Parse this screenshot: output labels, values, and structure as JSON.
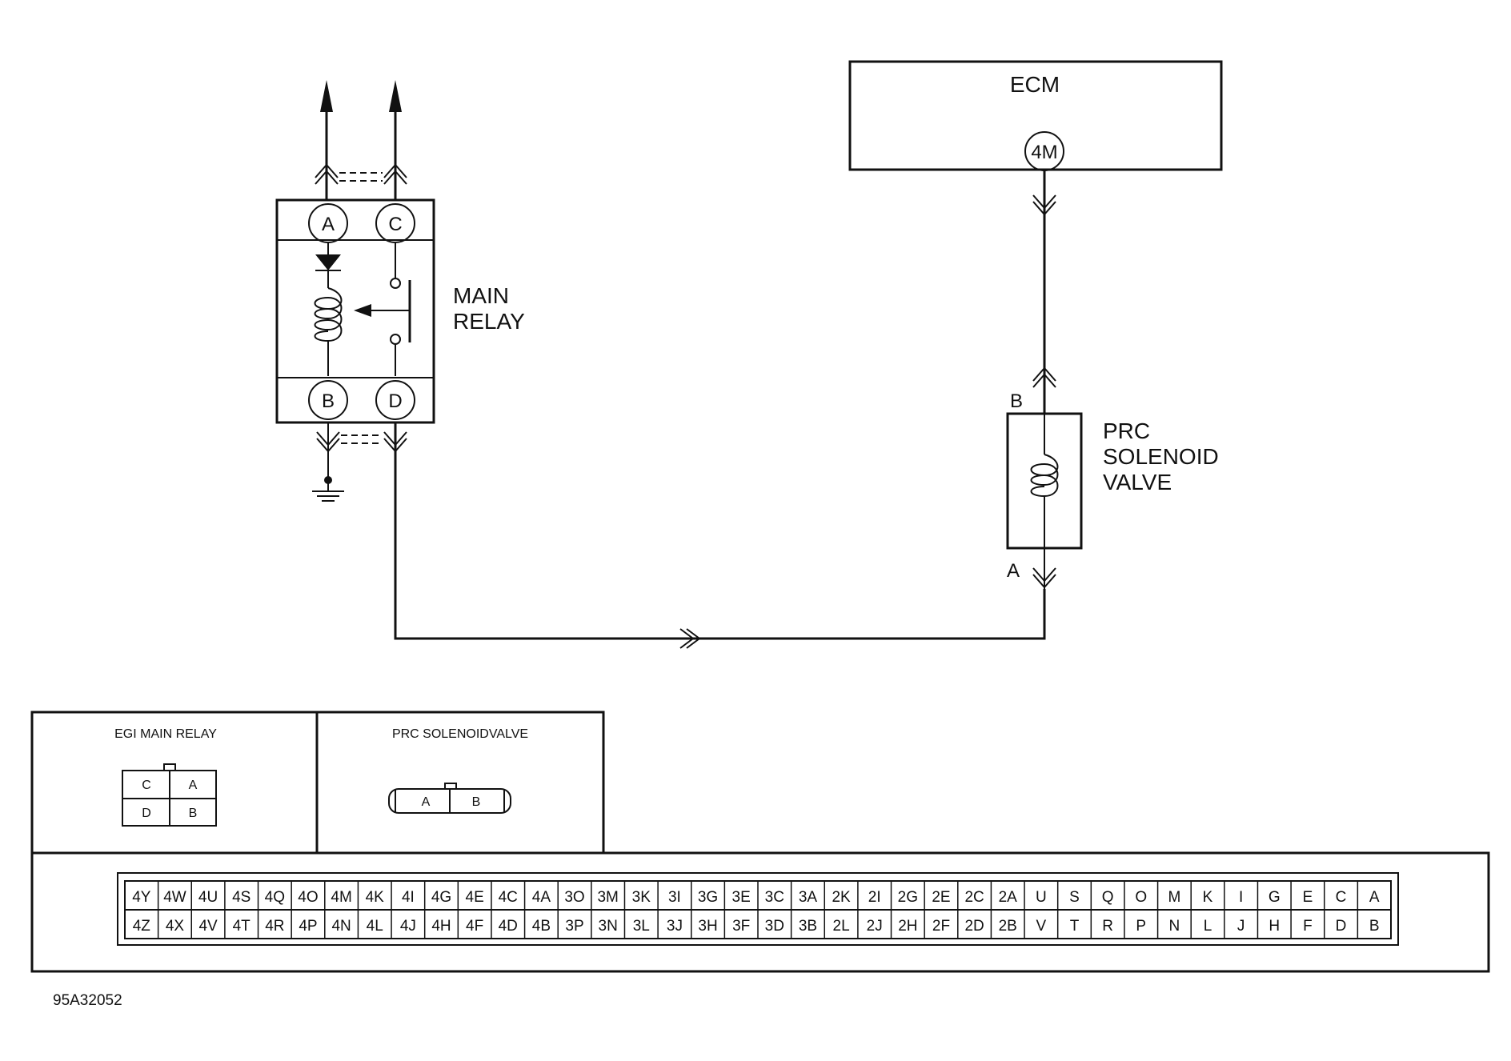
{
  "relay": {
    "title_line1": "MAIN",
    "title_line2": "RELAY",
    "pins": [
      "A",
      "C",
      "B",
      "D"
    ]
  },
  "ecm": {
    "title": "ECM",
    "pin": "4M"
  },
  "solenoid": {
    "title_line1": "PRC",
    "title_line2": "SOLENOID",
    "title_line3": "VALVE",
    "pin_top": "B",
    "pin_bottom": "A"
  },
  "connectors": {
    "egi_title": "EGI MAIN RELAY",
    "egi_cells": [
      "C",
      "A",
      "D",
      "B"
    ],
    "prc_title": "PRC SOLENOIDVALVE",
    "prc_cells": [
      "A",
      "B"
    ]
  },
  "ecm_connector": {
    "top_row": [
      "4Y",
      "4W",
      "4U",
      "4S",
      "4Q",
      "4O",
      "4M",
      "4K",
      "4I",
      "4G",
      "4E",
      "4C",
      "4A",
      "3O",
      "3M",
      "3K",
      "3I",
      "3G",
      "3E",
      "3C",
      "3A",
      "2K",
      "2I",
      "2G",
      "2E",
      "2C",
      "2A",
      "U",
      "S",
      "Q",
      "O",
      "M",
      "K",
      "I",
      "G",
      "E",
      "C",
      "A"
    ],
    "bottom_row": [
      "4Z",
      "4X",
      "4V",
      "4T",
      "4R",
      "4P",
      "4N",
      "4L",
      "4J",
      "4H",
      "4F",
      "4D",
      "4B",
      "3P",
      "3N",
      "3L",
      "3J",
      "3H",
      "3F",
      "3D",
      "3B",
      "2L",
      "2J",
      "2H",
      "2F",
      "2D",
      "2B",
      "V",
      "T",
      "R",
      "P",
      "N",
      "L",
      "J",
      "H",
      "F",
      "D",
      "B"
    ]
  },
  "figure_id": "95A32052"
}
